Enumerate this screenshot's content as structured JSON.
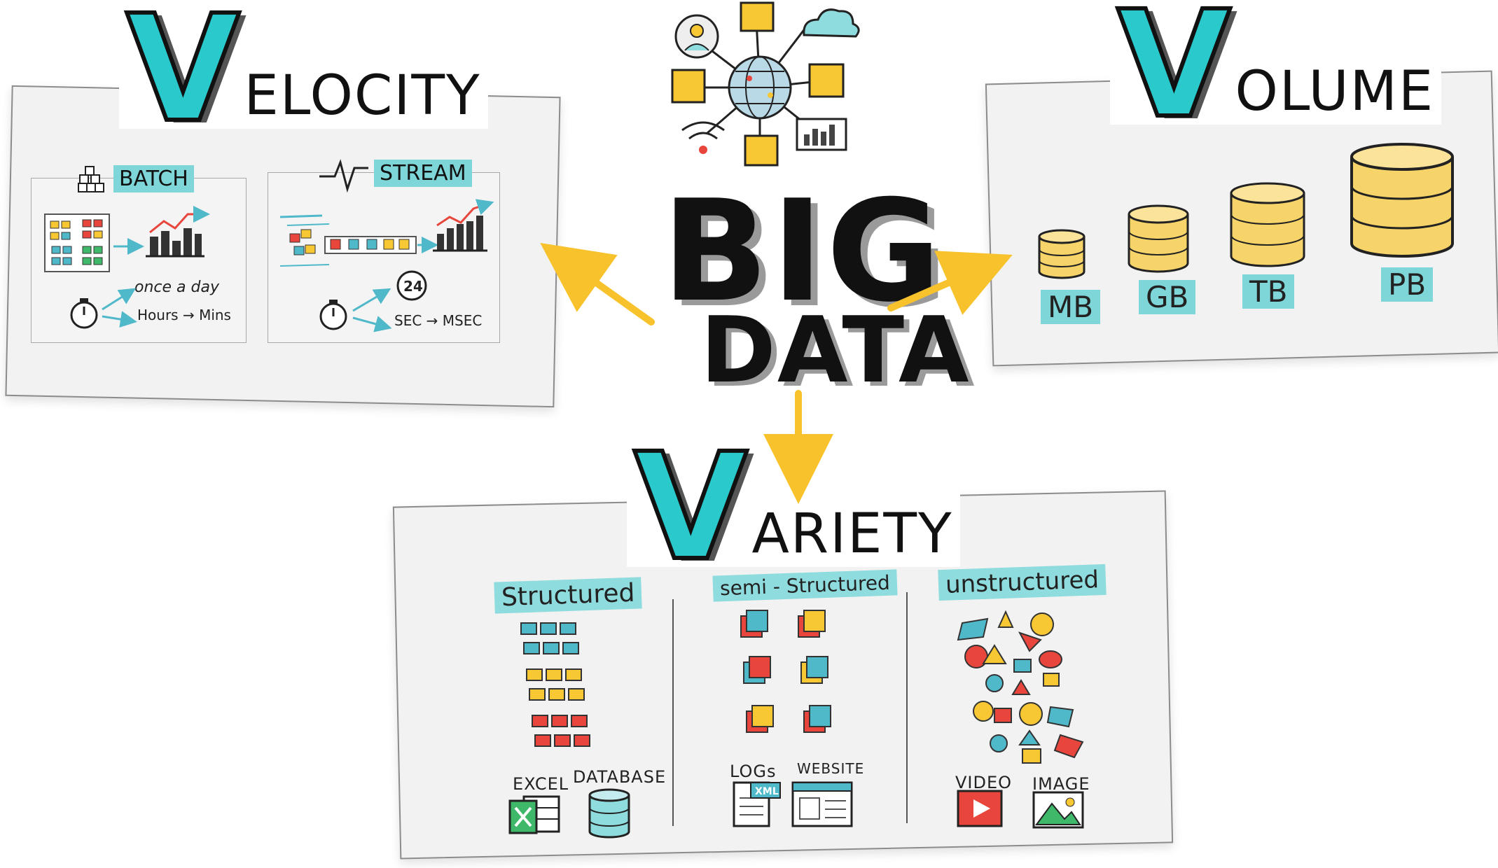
{
  "center": {
    "big": "BIG",
    "data": "DATA"
  },
  "velocity": {
    "title_v": "V",
    "title_rest": "ELOCITY",
    "batch": {
      "tag": "BATCH",
      "note1": "once a day",
      "note2": "Hours → Mins"
    },
    "stream": {
      "tag": "STREAM",
      "badge": "24",
      "note": "SEC → MSEC"
    }
  },
  "volume": {
    "title_v": "V",
    "title_rest": "OLUME",
    "units": [
      "MB",
      "GB",
      "TB",
      "PB"
    ]
  },
  "variety": {
    "title_v": "V",
    "title_rest": "ARIETY",
    "structured": {
      "label": "Structured",
      "icon1": "EXCEL",
      "icon2": "DATABASE"
    },
    "semi": {
      "label": "semi - Structured",
      "icon1": "LOGs",
      "icon2": "WEBSITE",
      "xml": "XML"
    },
    "unstructured": {
      "label": "unstructured",
      "icon1": "VIDEO",
      "icon2": "IMAGE"
    }
  },
  "icons": [
    "user-icon",
    "cloud-icon",
    "globe-network-icon",
    "wifi-icon",
    "bar-chart-icon",
    "cubes-icon",
    "pulse-icon",
    "stopwatch-icon",
    "database-icon",
    "excel-icon",
    "xml-log-icon",
    "website-icon",
    "video-icon",
    "image-icon",
    "arrow-icon"
  ],
  "colors": {
    "teal": "#2ac9cc",
    "teal_light": "#7fd6d8",
    "yellow": "#f7c734",
    "red": "#e8453c",
    "blue": "#4fb8c9",
    "arrow": "#f7c22b",
    "ink": "#111111"
  }
}
